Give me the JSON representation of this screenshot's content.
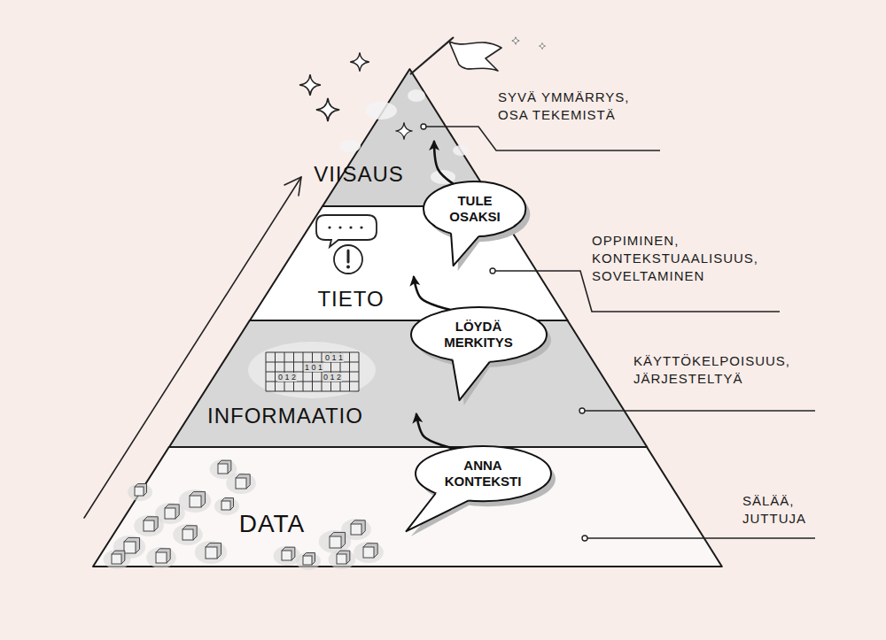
{
  "diagram": {
    "nodes": [
      {
        "text": [
          "VIISAUS"
        ]
      },
      {
        "text": [
          "TULE OSAKSI"
        ]
      },
      {
        "text": [
          "TIETO"
        ]
      },
      {
        "text": [
          "LÖYDÄ MERKITYS"
        ]
      },
      {
        "text": [
          "INFORMAATIO"
        ]
      },
      {
        "text": [
          "ANNA KONTEKSTI"
        ]
      },
      {
        "text": [
          "DATA"
        ]
      }
    ],
    "edges": [
      {
        "from": 1,
        "to": 0,
        "arrow": "to"
      },
      {
        "from": 3,
        "to": 2,
        "arrow": "to"
      },
      {
        "from": 5,
        "to": 4,
        "arrow": "to"
      }
    ],
    "labels": [
      "SYVÄ YMMÄRRYS, OSA TEKEMISTÄ",
      "OPPIMINEN, KONTEKSTUAALISUUS, SOVELTAMINEN",
      "KÄYTTÖKELPOISUUS, JÄRJESTELTYÄ",
      "SÄLÄÄ, JUTTUJA",
      "0 1 1",
      "1 0 1",
      "0 1 2",
      "0 1 2"
    ]
  }
}
